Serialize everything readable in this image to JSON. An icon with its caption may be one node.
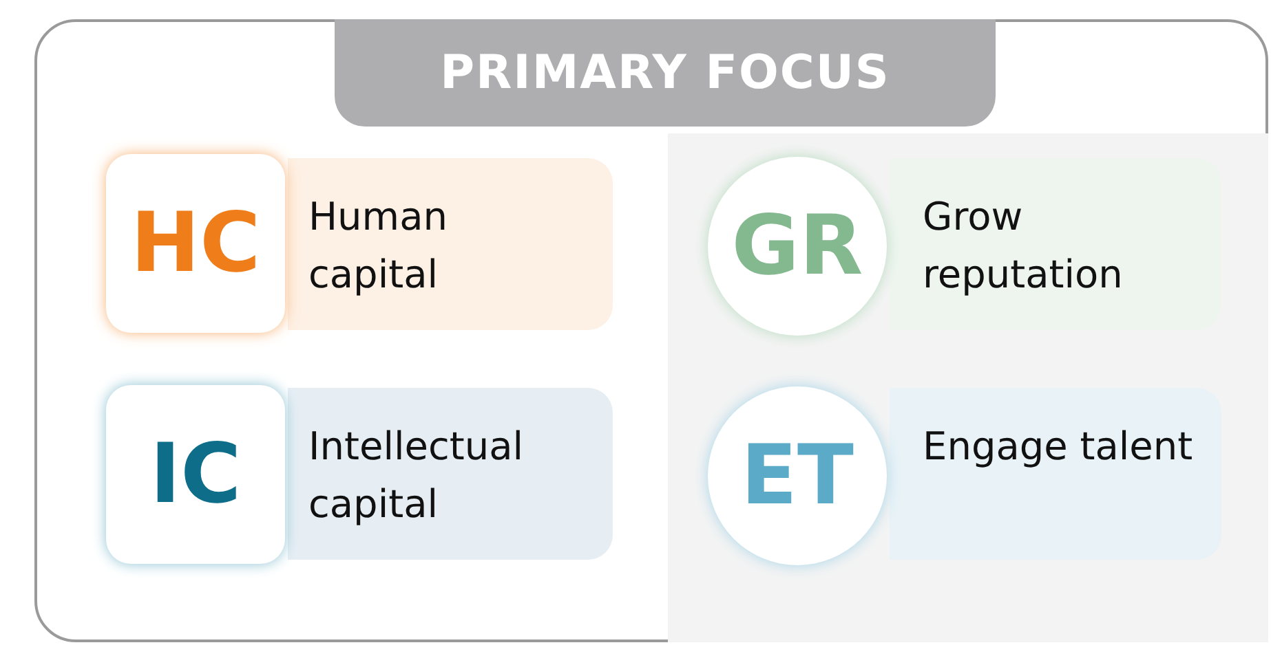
{
  "diagram": {
    "nodes": [
      {
        "text": [
          "PRIMARY FOCUS"
        ]
      },
      {
        "text": [
          "HC"
        ],
        "in": 0
      },
      {
        "text": [
          "Human capital"
        ],
        "in": 0
      },
      {
        "text": [],
        "shape": "box",
        "in": 0
      },
      {
        "text": [
          "GR"
        ],
        "in": 3
      },
      {
        "text": [
          "Grow reputation"
        ],
        "in": 3
      },
      {
        "text": [
          "IC"
        ],
        "in": 0
      },
      {
        "text": [
          "Intellectual capital"
        ],
        "in": 0
      },
      {
        "text": [
          "ET"
        ],
        "in": 3
      },
      {
        "text": [
          "Engage talent"
        ],
        "in": 3
      }
    ]
  }
}
